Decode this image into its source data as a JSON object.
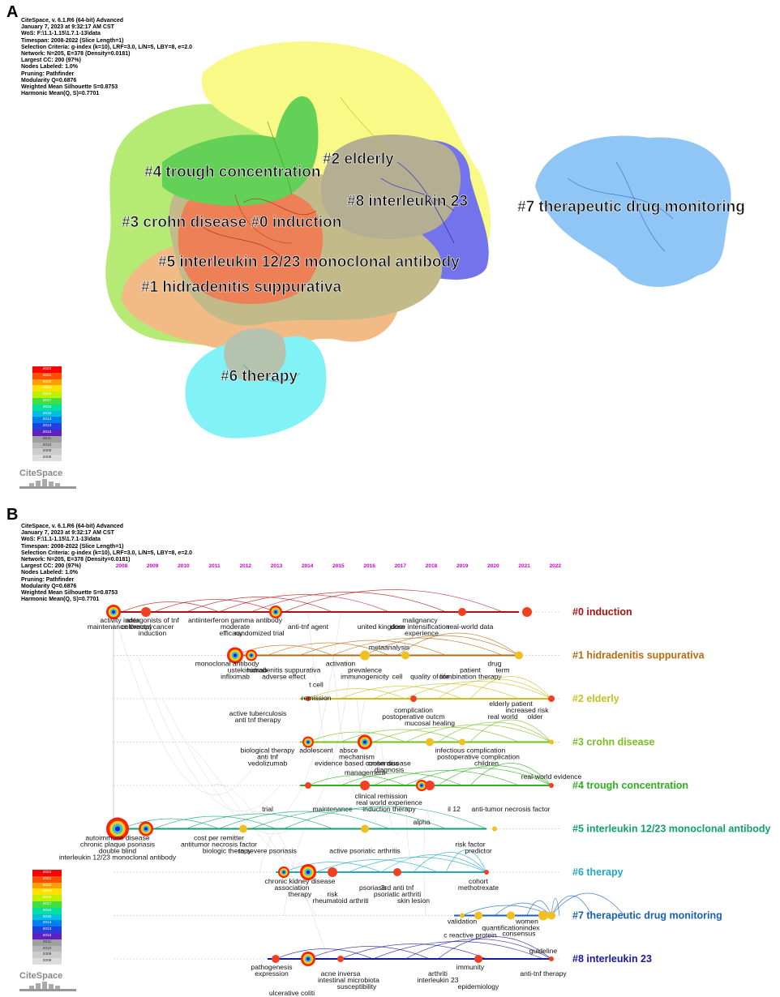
{
  "panel_a": {
    "label": "A",
    "meta": [
      "CiteSpace, v. 6.1.R6 (64-bit) Advanced",
      "January 7, 2023 at 9:32:17 AM CST",
      "WoS: F:\\1.1-1.15\\1.7.1-13\\data",
      "Timespan: 2008-2022 (Slice Length=1)",
      "Selection Criteria: g-index (k=10), LRF=3.0, L/N=5, LBY=8, e=2.0",
      "Network: N=205, E=378 (Density=0.0181)",
      "Largest CC: 200 (97%)",
      "Nodes Labeled: 1.0%",
      "Pruning: Pathfinder",
      "Modularity Q=0.6876",
      "Weighted Mean Silhouette S=0.8753",
      "Harmonic Mean(Q, S)=0.7701"
    ],
    "clusters": [
      {
        "label": "#4 trough concentration",
        "color": "#5ec83a"
      },
      {
        "label": "#2 elderly",
        "color": "#f2f24e"
      },
      {
        "label": "#8 interleukin 23",
        "color": "#4040e8"
      },
      {
        "label": "#7 therapeutic drug monitoring",
        "color": "#6fb4f0"
      },
      {
        "label": "#3 crohn disease #0 induction",
        "color": "#c0e060"
      },
      {
        "label": "#5 interleukin 12/23 monoclonal antibody",
        "color": "#f06030"
      },
      {
        "label": "#1 hidradenitis suppurativa",
        "color": "#e8a060"
      },
      {
        "label": "#6 therapy",
        "color": "#40e0f0"
      }
    ],
    "legend_years": [
      "2022",
      "2021",
      "2020",
      "2019",
      "2018",
      "2017",
      "2016",
      "2015",
      "2014",
      "2013",
      "2012",
      "2011",
      "2010",
      "2009",
      "2008"
    ],
    "logo": "CiteSpace"
  },
  "panel_b": {
    "label": "B",
    "meta": [
      "CiteSpace, v. 6.1.R6 (64-bit) Advanced",
      "January 7, 2023 at 9:32:17 AM CST",
      "WoS: F:\\1.1-1.15\\1.7.1-13\\data",
      "Timespan: 2008-2022 (Slice Length=1)",
      "Selection Criteria: g-index (k=10), LRF=3.0, L/N=5, LBY=8, e=2.0",
      "Network: N=205, E=378 (Density=0.0181)",
      "Largest CC: 200 (97%)",
      "Nodes Labeled: 1.0%",
      "Pruning: Pathfinder",
      "Modularity Q=0.6876",
      "Weighted Mean Silhouette S=0.8753",
      "Harmonic Mean(Q, S)=0.7701"
    ],
    "years": [
      "2008",
      "2009",
      "2010",
      "2011",
      "2012",
      "2013",
      "2014",
      "2015",
      "2016",
      "2017",
      "2018",
      "2019",
      "2020",
      "2021",
      "2022"
    ],
    "timelines": [
      {
        "label": "#0 induction",
        "color": "#b01010",
        "terms": [
          "activity index",
          "maintenance therapy",
          "antagonists of tnf",
          "colorectal cancer",
          "induction",
          "antiinterferon gamma antibody",
          "moderate",
          "efficacy",
          "randomized trial",
          "anti-tnf agent",
          "united kingdom",
          "malignancy",
          "dose intensification",
          "experience",
          "real-world data"
        ]
      },
      {
        "label": "#1 hidradenitis suppurativa",
        "color": "#b86a10",
        "terms": [
          "monoclonal antibody",
          "ustekinumab",
          "infliximab",
          "hidradenitis suppurativa",
          "adverse effect",
          "activation",
          "prevalence",
          "t cell",
          "immunogenicity",
          "metaanalysis",
          "cell",
          "quality of life",
          "combination therapy",
          "patient",
          "drug",
          "term"
        ]
      },
      {
        "label": "#2 elderly",
        "color": "#c8c020",
        "terms": [
          "remission",
          "active tuberculosis",
          "anti tnf therapy",
          "complication",
          "postoperative outcm",
          "mucosal healing",
          "elderly patient",
          "real world",
          "older",
          "increased risk"
        ]
      },
      {
        "label": "#3 crohn disease",
        "color": "#78c020",
        "terms": [
          "biological therapy",
          "anti tnf",
          "vedolizumab",
          "adolescent",
          "absce",
          "mechanism",
          "evidence based consensus",
          "infectious complication",
          "postoperative complication",
          "children",
          "crohn disease",
          "diagnosis"
        ]
      },
      {
        "label": "#4 trough concentration",
        "color": "#30b020",
        "terms": [
          "management",
          "real-world evidence",
          "trial",
          "maintenance",
          "clinical remission",
          "real world experience",
          "induction therapy",
          "il 12",
          "anti-tumor necrosis factor",
          "alpha"
        ]
      },
      {
        "label": "#5 interleukin 12/23 monoclonal antibody",
        "color": "#10a070",
        "terms": [
          "autoimmune disease",
          "chronic plaque psoriasis",
          "double blind",
          "interleukin 12/23 monoclonal antibody",
          "cost per remitter",
          "antitumor necrosis factor",
          "biologic therapy",
          "to severe psoriasis",
          "active psoriatic arthritis",
          "risk factor",
          "predictor"
        ]
      },
      {
        "label": "#6 therapy",
        "color": "#20a8c0",
        "terms": [
          "chronic kidney disease",
          "association",
          "therapy",
          "risk",
          "rheumatoid arthriti",
          "psoriasis",
          "3rd anti tnf",
          "psoriatic arthriti",
          "skin lesion",
          "cohort",
          "methotrexate"
        ]
      },
      {
        "label": "#7 therapeutic drug monitoring",
        "color": "#1860b8",
        "terms": [
          "validation",
          "quantificationindex",
          "consensus",
          "women",
          "c reactive protein"
        ]
      },
      {
        "label": "#8 interleukin 23",
        "color": "#1818a0",
        "terms": [
          "pathogenesis",
          "expression",
          "ulcerative coliti",
          "acne inversa",
          "intestinal microbiota",
          "susceptibility",
          "arthriti",
          "interleukin 23",
          "immunity",
          "epidemiology",
          "guideline",
          "anti-tnf therapy"
        ]
      }
    ],
    "legend_years": [
      "2022",
      "2021",
      "2020",
      "2019",
      "2018",
      "2017",
      "2016",
      "2015",
      "2014",
      "2013",
      "2012",
      "2011",
      "2010",
      "2009",
      "2008"
    ],
    "logo": "CiteSpace"
  },
  "colors": {
    "year_label": "#cc00cc",
    "legend": [
      "#ff0000",
      "#ff5000",
      "#ffa000",
      "#ffe000",
      "#c0f000",
      "#40e040",
      "#00e0a0",
      "#00c0e0",
      "#0080f0",
      "#2040e0",
      "#6020c0",
      "#a0a0a0",
      "#b8b8b8",
      "#cccccc",
      "#dddddd"
    ]
  }
}
